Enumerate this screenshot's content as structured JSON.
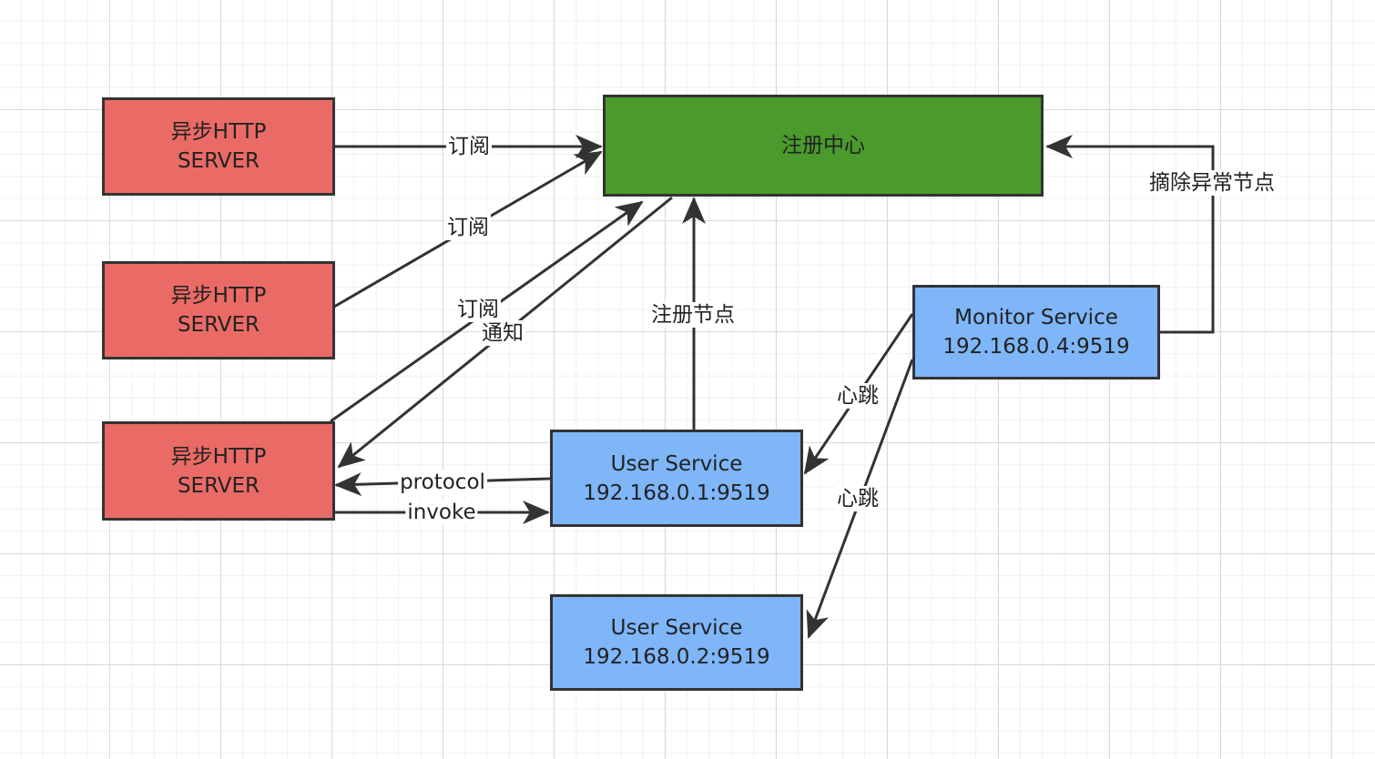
{
  "nodes": {
    "server1": {
      "line1": "异步HTTP",
      "line2": "SERVER"
    },
    "server2": {
      "line1": "异步HTTP",
      "line2": "SERVER"
    },
    "server3": {
      "line1": "异步HTTP",
      "line2": "SERVER"
    },
    "registry": {
      "label": "注册中心"
    },
    "monitor": {
      "line1": "Monitor Service",
      "line2": "192.168.0.4:9519"
    },
    "user1": {
      "line1": "User Service",
      "line2": "192.168.0.1:9519"
    },
    "user2": {
      "line1": "User Service",
      "line2": "192.168.0.2:9519"
    }
  },
  "edges": {
    "subscribe1": "订阅",
    "subscribe2": "订阅",
    "subscribe3": "订阅",
    "notify": "通知",
    "register": "注册节点",
    "remove_abnormal": "摘除异常节点",
    "heartbeat1": "心跳",
    "heartbeat2": "心跳",
    "protocol": "protocol",
    "invoke": "invoke"
  },
  "colors": {
    "server_fill": "#ea6b66",
    "registry_fill": "#4a9a2c",
    "service_fill": "#7eb6f8",
    "stroke": "#333333"
  }
}
